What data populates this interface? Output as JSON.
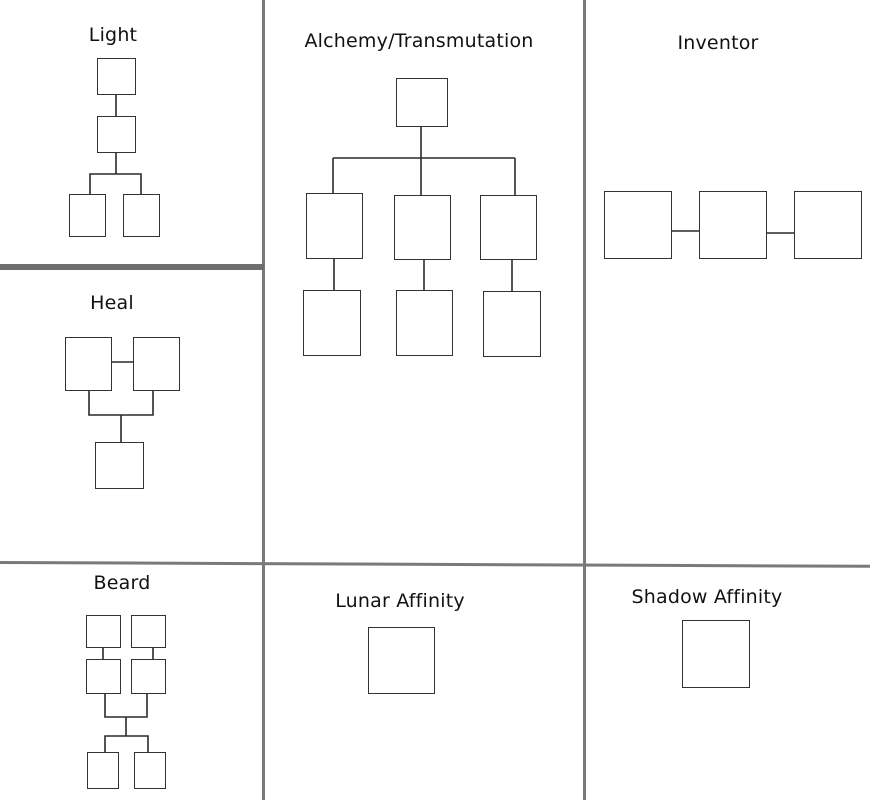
{
  "colors": {
    "background": "#ffffff",
    "grid_line": "#7a7a7a",
    "node_border": "#333333",
    "text": "#111111"
  },
  "panels": [
    {
      "id": "light",
      "title": "Light",
      "node_count": 4
    },
    {
      "id": "alchemy",
      "title": "Alchemy/Transmutation",
      "node_count": 7
    },
    {
      "id": "inventor",
      "title": "Inventor",
      "node_count": 3
    },
    {
      "id": "heal",
      "title": "Heal",
      "node_count": 3
    },
    {
      "id": "beard",
      "title": "Beard",
      "node_count": 6
    },
    {
      "id": "lunar",
      "title": "Lunar Affinity",
      "node_count": 1
    },
    {
      "id": "shadow",
      "title": "Shadow Affinity",
      "node_count": 1
    }
  ]
}
